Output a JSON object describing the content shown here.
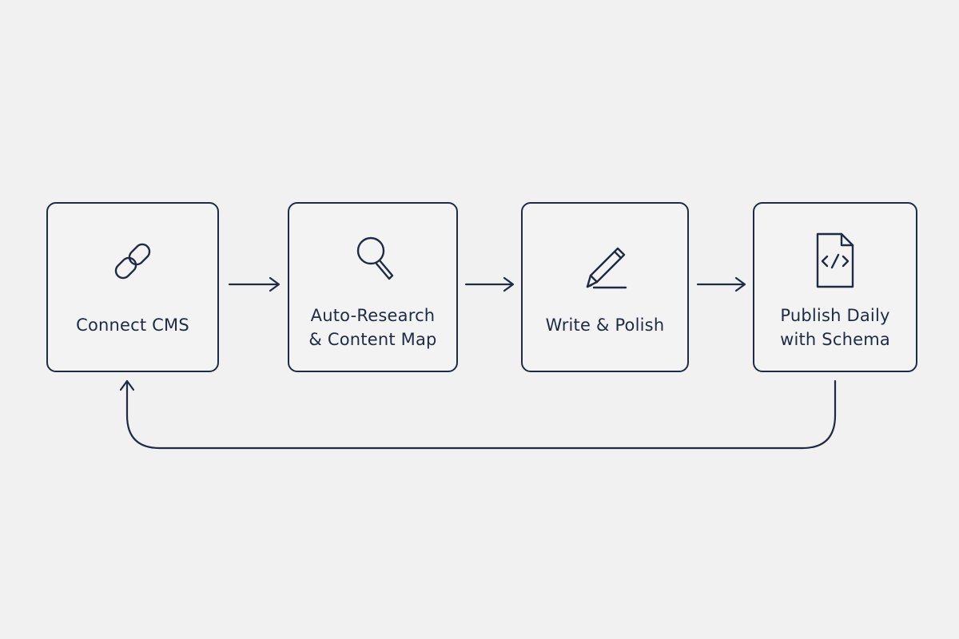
{
  "colors": {
    "background": "#f1f1f1",
    "stroke": "#1f2a44"
  },
  "steps": [
    {
      "icon": "link-icon",
      "label_lines": [
        "Connect CMS"
      ]
    },
    {
      "icon": "magnifying-glass-icon",
      "label_lines": [
        "Auto-Research",
        "& Content Map"
      ]
    },
    {
      "icon": "pencil-icon",
      "label_lines": [
        "Write & Polish"
      ]
    },
    {
      "icon": "code-document-icon",
      "label_lines": [
        "Publish Daily",
        "with Schema"
      ]
    }
  ],
  "connections": [
    {
      "from": 0,
      "to": 1
    },
    {
      "from": 1,
      "to": 2
    },
    {
      "from": 2,
      "to": 3
    },
    {
      "from": 3,
      "to": 0,
      "type": "loop-back"
    }
  ]
}
